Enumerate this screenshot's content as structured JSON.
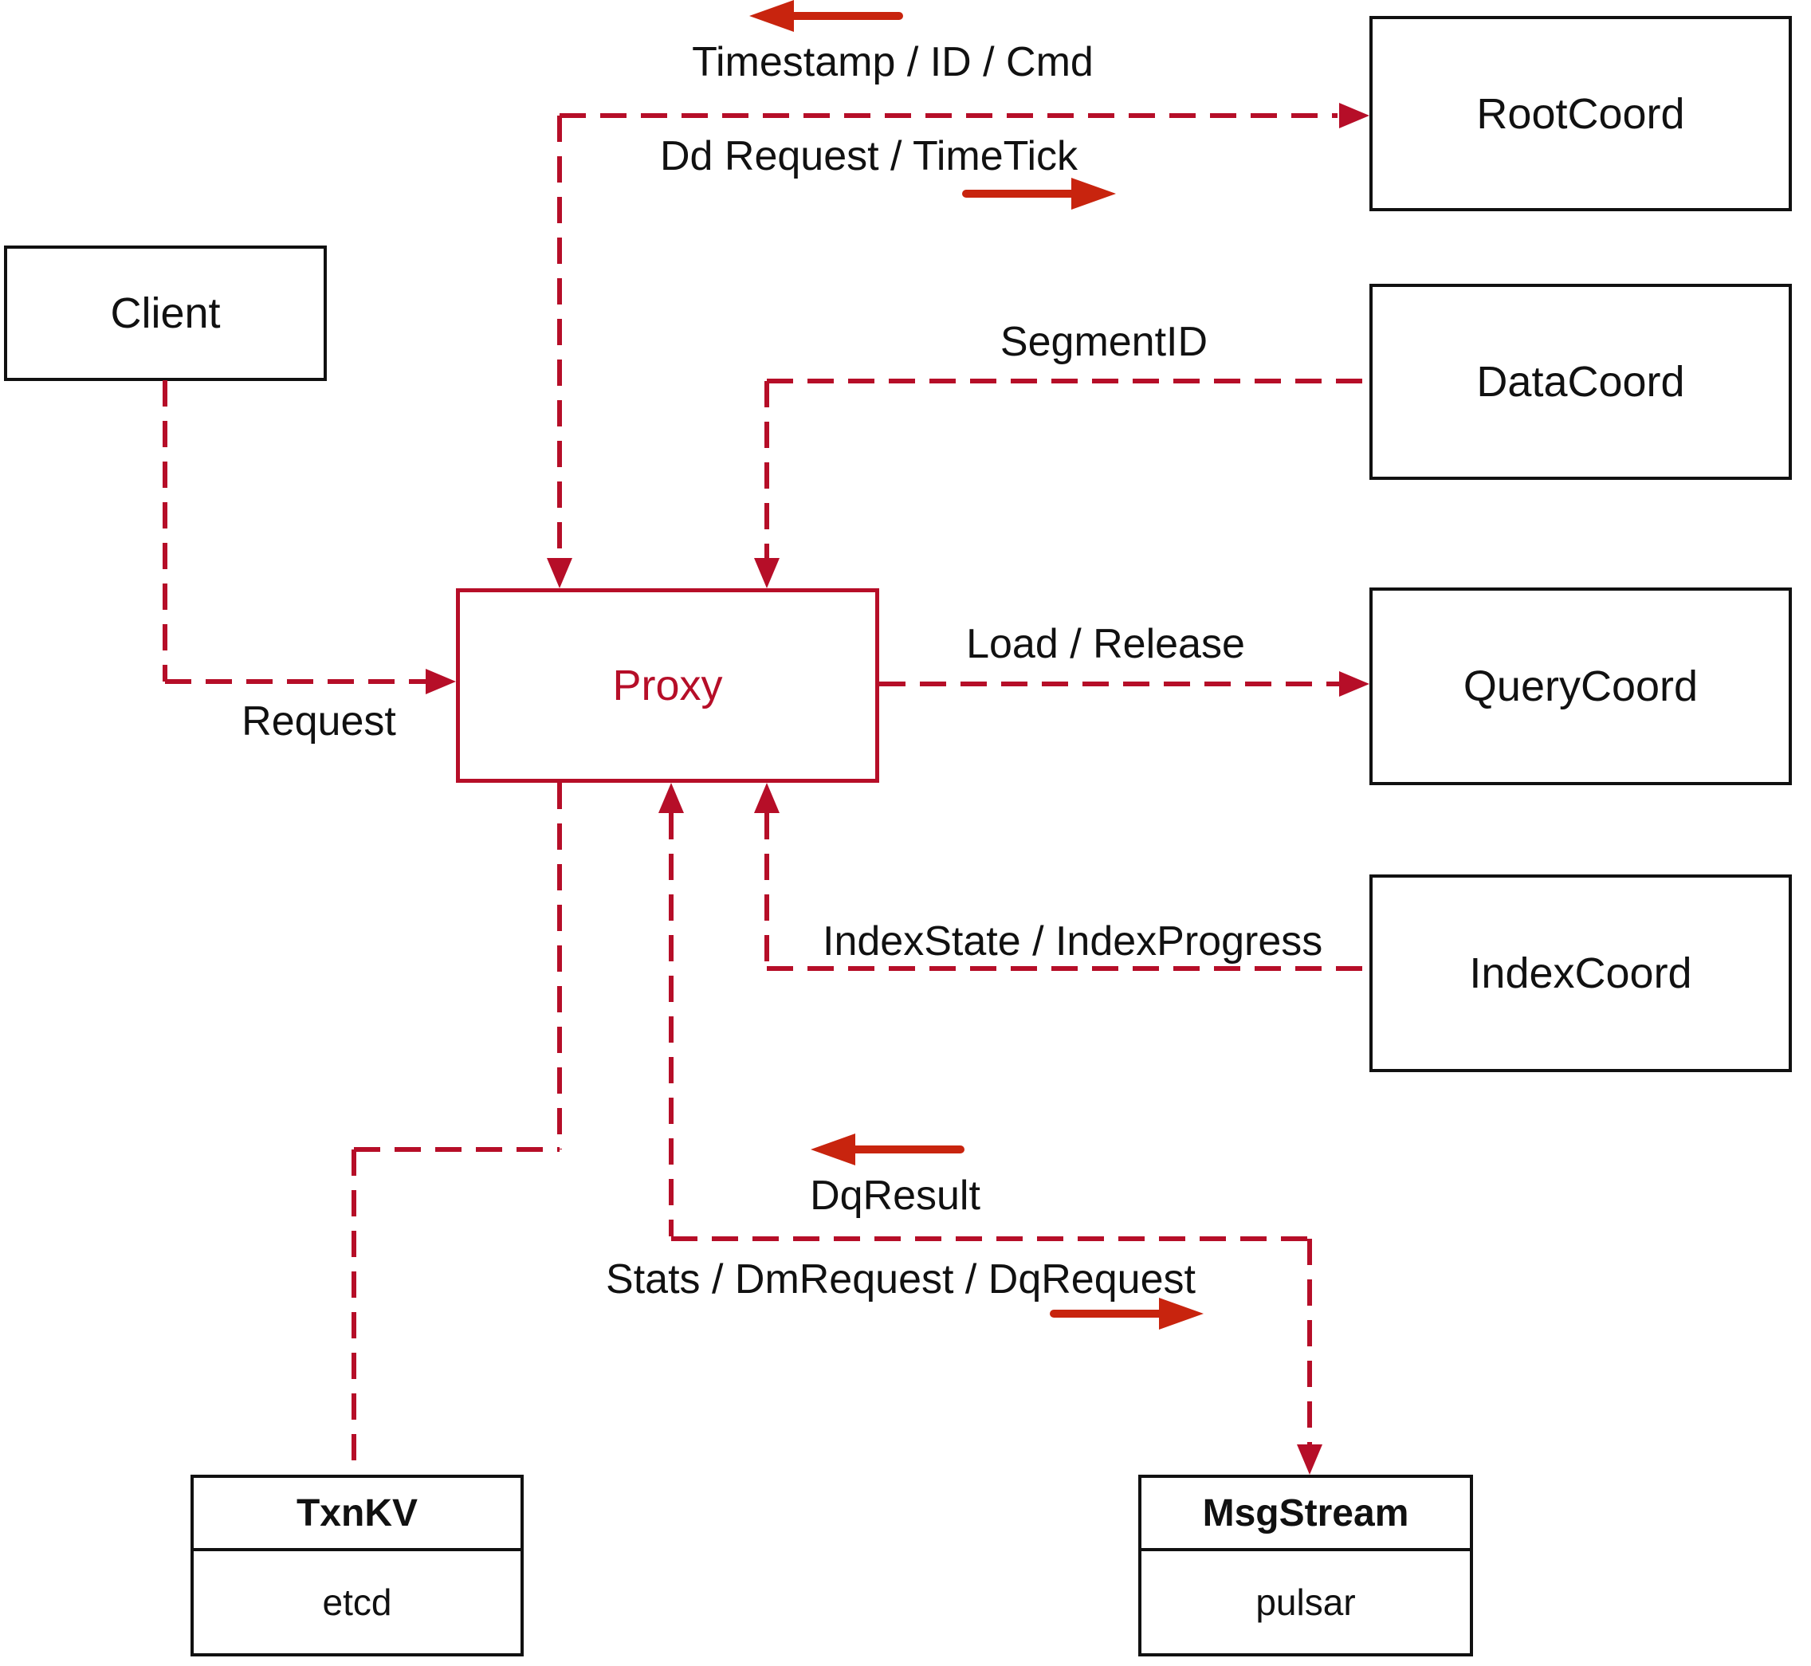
{
  "diagram": {
    "nodes": {
      "client": {
        "label": "Client"
      },
      "rootcoord": {
        "label": "RootCoord"
      },
      "datacoord": {
        "label": "DataCoord"
      },
      "querycoord": {
        "label": "QueryCoord"
      },
      "indexcoord": {
        "label": "IndexCoord"
      },
      "proxy": {
        "label": "Proxy"
      },
      "txnkv": {
        "title": "TxnKV",
        "subtitle": "etcd"
      },
      "msgstream": {
        "title": "MsgStream",
        "subtitle": "pulsar"
      }
    },
    "edge_labels": {
      "timestamp_id_cmd": "Timestamp / ID / Cmd",
      "dd_request_timetick": "Dd Request / TimeTick",
      "segment_id": "SegmentID",
      "request": "Request",
      "load_release": "Load / Release",
      "indexstate_progress": "IndexState / IndexProgress",
      "dq_result": "DqResult",
      "stats_dm_dq": "Stats / DmRequest / DqRequest"
    },
    "colors": {
      "line": "#b60e28",
      "arrow": "#c8240e",
      "box_border": "#111111",
      "text": "#111111",
      "background": "#ffffff"
    }
  }
}
